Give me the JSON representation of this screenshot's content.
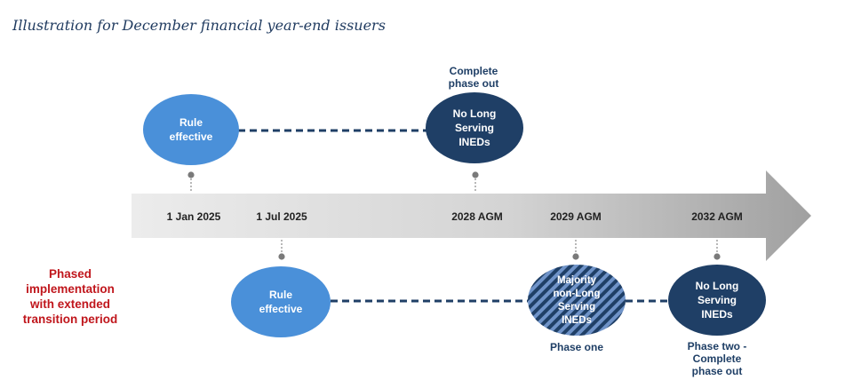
{
  "caption": "Illustration for December financial year-end issuers",
  "side_label": [
    "Phased",
    "implementation",
    "with extended",
    "transition period"
  ],
  "timeline": {
    "dates": [
      "1 Jan 2025",
      "1 Jul 2025",
      "2028 AGM",
      "2029 AGM",
      "2032 AGM"
    ]
  },
  "top_track": {
    "start_node": [
      "Rule",
      "effective"
    ],
    "end_heading": [
      "Complete",
      "phase out"
    ],
    "end_node": [
      "No Long",
      "Serving",
      "INEDs"
    ]
  },
  "bottom_track": {
    "start_node": [
      "Rule",
      "effective"
    ],
    "mid_node": [
      "Majority",
      "non-Long",
      "Serving",
      "INEDs"
    ],
    "mid_caption": "Phase one",
    "end_node": [
      "No Long",
      "Serving",
      "INEDs"
    ],
    "end_caption": [
      "Phase two -",
      "Complete",
      "phase out"
    ]
  },
  "colors": {
    "light_blue": "#4a90d9",
    "navy": "#1f3f66",
    "stripe": "#6f93c8",
    "red_label": "#c0161c",
    "arrow_light": "#e9e9e9",
    "arrow_dark": "#9a9a9a"
  }
}
